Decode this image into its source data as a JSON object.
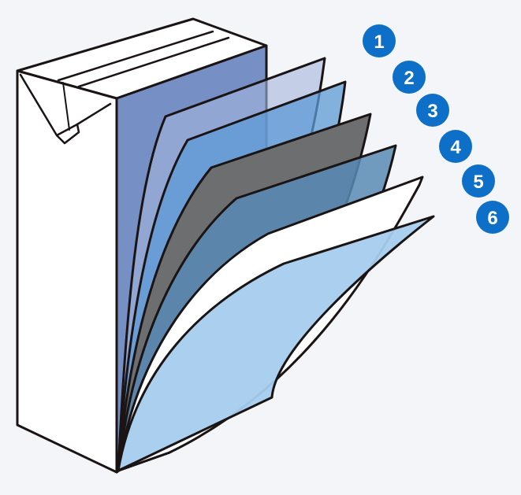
{
  "diagram": {
    "layers": [
      {
        "number": "1",
        "fill": "#a4b5dc"
      },
      {
        "number": "2",
        "fill": "#5e9ad6"
      },
      {
        "number": "3",
        "fill": "#6c6e70"
      },
      {
        "number": "4",
        "fill": "#5889b4"
      },
      {
        "number": "5",
        "fill": "#ffffff"
      },
      {
        "number": "6",
        "fill": "#a7cdee"
      }
    ],
    "colors": {
      "badge": "#0d6fc7",
      "carton_side": "#7690c6",
      "outline": "#1a1414"
    }
  }
}
